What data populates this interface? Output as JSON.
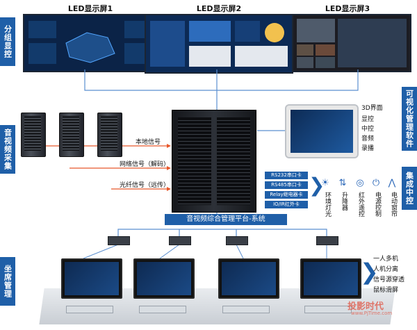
{
  "side_labels": {
    "left": [
      "分组显控",
      "音视频采集",
      "坐席管理"
    ],
    "right": [
      "可视化管理软件",
      "集成中控"
    ]
  },
  "led_screens": [
    {
      "label": "LED显示屏1"
    },
    {
      "label": "LED显示屏2"
    },
    {
      "label": "LED显示屏3"
    }
  ],
  "signals": [
    "本地信号",
    "网络信号（解码）",
    "光纤信号（远传）"
  ],
  "software_features": [
    "3D界面",
    "显控",
    "中控",
    "音频",
    "录播"
  ],
  "control_modules": [
    "RS232串口卡",
    "RS485串口卡",
    "Relay继电器卡",
    "IO/IR红外卡"
  ],
  "control_functions": [
    "环境灯光",
    "升降器",
    "红外遥控",
    "电源控制",
    "电动窗帘"
  ],
  "platform_label": "音视频综合管理平台-系统",
  "seat_features": [
    "一人多机",
    "人机分离",
    "信号源穿透",
    "鼠标滑屏"
  ],
  "watermark": {
    "line1": "投影时代",
    "line2": "www.PjTime.com"
  },
  "colors": {
    "accent": "#1f5fa8",
    "signal_arrow": "#e8572a",
    "line": "#5b8fd0"
  }
}
